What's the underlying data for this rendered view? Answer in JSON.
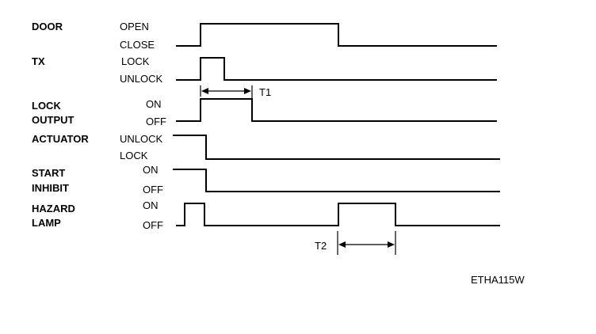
{
  "signals": [
    {
      "key": "door",
      "name": [
        "DOOR"
      ],
      "states": {
        "high": "OPEN",
        "low": "CLOSE"
      }
    },
    {
      "key": "tx",
      "name": [
        "TX"
      ],
      "states": {
        "high": "LOCK",
        "low": "UNLOCK"
      }
    },
    {
      "key": "lock-output",
      "name": [
        "LOCK",
        "OUTPUT"
      ],
      "states": {
        "high": "ON",
        "low": "OFF"
      }
    },
    {
      "key": "actuator",
      "name": [
        "ACTUATOR"
      ],
      "states": {
        "high": "UNLOCK",
        "low": "LOCK"
      }
    },
    {
      "key": "start-inhibit",
      "name": [
        "START",
        "INHIBIT"
      ],
      "states": {
        "high": "ON",
        "low": "OFF"
      }
    },
    {
      "key": "hazard-lamp",
      "name": [
        "HAZARD",
        "LAMP"
      ],
      "states": {
        "high": "ON",
        "low": "OFF"
      }
    }
  ],
  "timing_labels": {
    "t1": "T1",
    "t2": "T2"
  },
  "figure_id": "ETHA115W"
}
